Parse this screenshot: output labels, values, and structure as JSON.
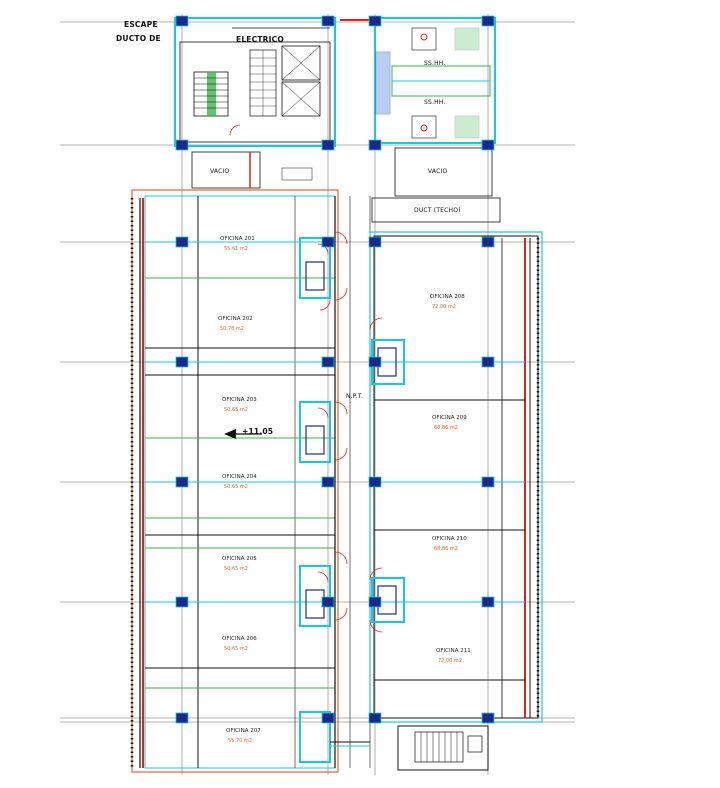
{
  "labels": {
    "escape": "ESCAPE",
    "ducto": "DUCTO DE",
    "electrico": "ELECTRICO",
    "sshh_top": "SS.HH.",
    "sshh_bottom": "SS.HH.",
    "vacio_left": "VACIO",
    "vacio_right": "VACIO",
    "duct": "DUCT (TECHO)",
    "level": "+11.05",
    "npt": "N.P.T."
  },
  "offices_left": [
    {
      "name": "OFICINA 201",
      "area": "55.61 m2"
    },
    {
      "name": "OFICINA 202",
      "area": "50.78 m2"
    },
    {
      "name": "OFICINA 203",
      "area": "50.65 m2"
    },
    {
      "name": "OFICINA 204",
      "area": "50.65 m2"
    },
    {
      "name": "OFICINA 205",
      "area": "50.65 m2"
    },
    {
      "name": "OFICINA 206",
      "area": "50.65 m2"
    },
    {
      "name": "OFICINA 207",
      "area": "55.70 m2"
    }
  ],
  "offices_right": [
    {
      "name": "OFICINA 208",
      "area": "72.00 m2"
    },
    {
      "name": "OFICINA 209",
      "area": "68.86 m2"
    },
    {
      "name": "OFICINA 210",
      "area": "68.86 m2"
    },
    {
      "name": "OFICINA 211",
      "area": "72.00 m2"
    }
  ],
  "colors": {
    "wall": "#111111",
    "cyan": "#19c9d9",
    "column": "#1b2a8a",
    "red": "#d8261c",
    "green": "#3ab54a",
    "orange": "#e0662a",
    "grid": "#9a9a9a"
  }
}
